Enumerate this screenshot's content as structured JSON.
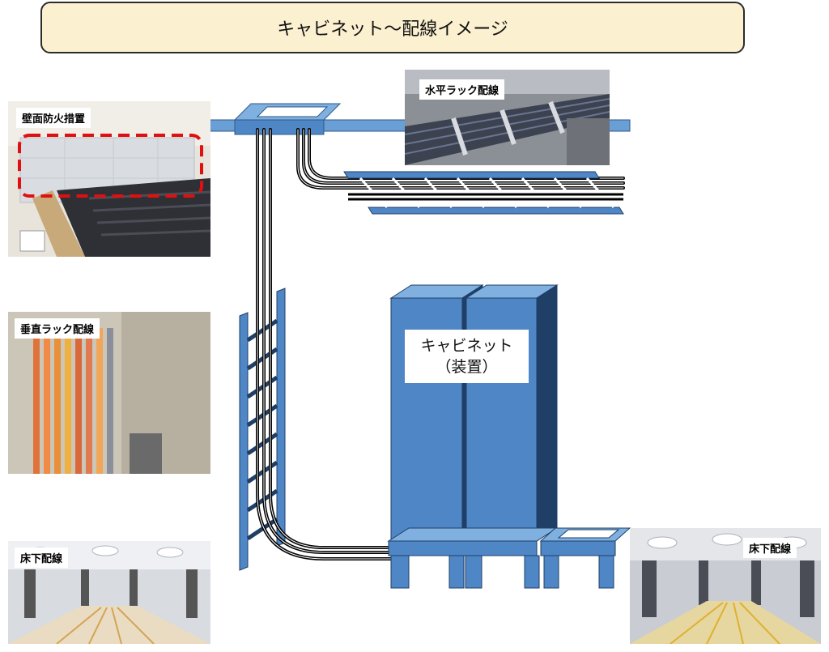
{
  "title": "キャビネット～配線イメージ",
  "photos": {
    "wall_fire": {
      "label": "壁面防火措置"
    },
    "horizontal_rack": {
      "label": "水平ラック配線"
    },
    "vertical_rack": {
      "label": "垂直ラック配線"
    },
    "underfloor_left": {
      "label": "床下配線"
    },
    "underfloor_right": {
      "label": "床下配線"
    }
  },
  "cabinet": {
    "line1": "キャビネット",
    "line2": "（装置）"
  },
  "colors": {
    "rack_blue": "#4f86c6",
    "rack_dark": "#1f3f66",
    "rack_light": "#7fb0e0",
    "cable": "#000000",
    "title_bg": "#fbf0cf",
    "fire_dash": "#e01010"
  }
}
